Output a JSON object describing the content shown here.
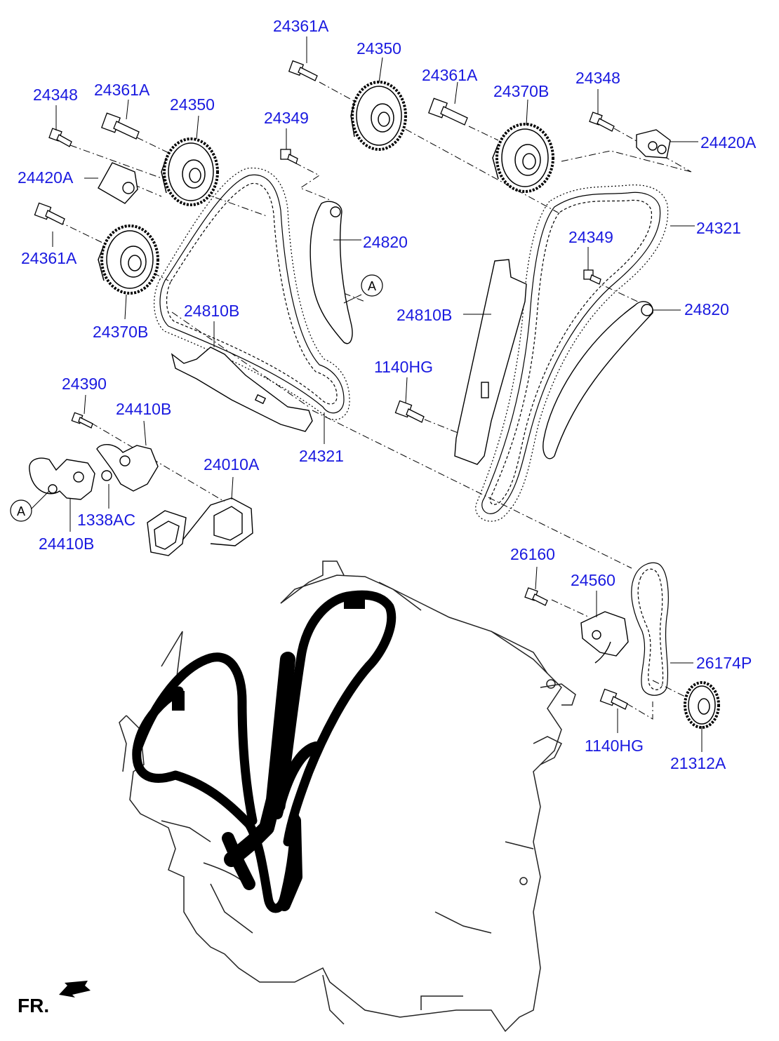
{
  "colors": {
    "label": "#1a1ae0",
    "line": "#000000",
    "engine": "#222222"
  },
  "callout_letter": "A",
  "front_marker": "FR.",
  "labels": [
    {
      "id": "l1",
      "text": "24361A"
    },
    {
      "id": "l2",
      "text": "24350"
    },
    {
      "id": "l3",
      "text": "24361A"
    },
    {
      "id": "l4",
      "text": "24370B"
    },
    {
      "id": "l5",
      "text": "24348"
    },
    {
      "id": "l6",
      "text": "24420A"
    },
    {
      "id": "l7",
      "text": "24348"
    },
    {
      "id": "l8",
      "text": "24361A"
    },
    {
      "id": "l9",
      "text": "24350"
    },
    {
      "id": "l10",
      "text": "24349"
    },
    {
      "id": "l11",
      "text": "24420A"
    },
    {
      "id": "l12",
      "text": "24321"
    },
    {
      "id": "l13",
      "text": "24820"
    },
    {
      "id": "l14",
      "text": "24349"
    },
    {
      "id": "l15",
      "text": "24361A"
    },
    {
      "id": "l16",
      "text": "24370B"
    },
    {
      "id": "l17",
      "text": "24810B"
    },
    {
      "id": "l18",
      "text": "24810B"
    },
    {
      "id": "l19",
      "text": "24820"
    },
    {
      "id": "l20",
      "text": "1140HG"
    },
    {
      "id": "l21",
      "text": "24390"
    },
    {
      "id": "l22",
      "text": "24410B"
    },
    {
      "id": "l23",
      "text": "24321"
    },
    {
      "id": "l24",
      "text": "24010A"
    },
    {
      "id": "l25",
      "text": "1338AC"
    },
    {
      "id": "l26",
      "text": "24410B"
    },
    {
      "id": "l27",
      "text": "26160"
    },
    {
      "id": "l28",
      "text": "24560"
    },
    {
      "id": "l29",
      "text": "26174P"
    },
    {
      "id": "l30",
      "text": "1140HG"
    },
    {
      "id": "l31",
      "text": "21312A"
    }
  ]
}
